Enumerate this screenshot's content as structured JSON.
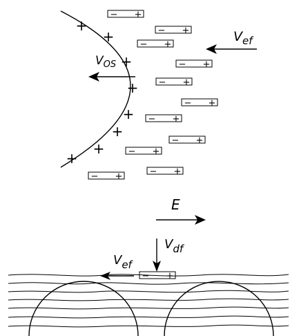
{
  "symbols": {
    "plus": "+",
    "minus": "−"
  },
  "labels": {
    "v_ef_top": "V",
    "v_ef_top_sub": "ef",
    "v_os": "V",
    "v_os_sub": "OS",
    "field": "E",
    "v_df": "V",
    "v_df_sub": "df",
    "v_ef_bottom": "V",
    "v_ef_bottom_sub": "ef"
  }
}
